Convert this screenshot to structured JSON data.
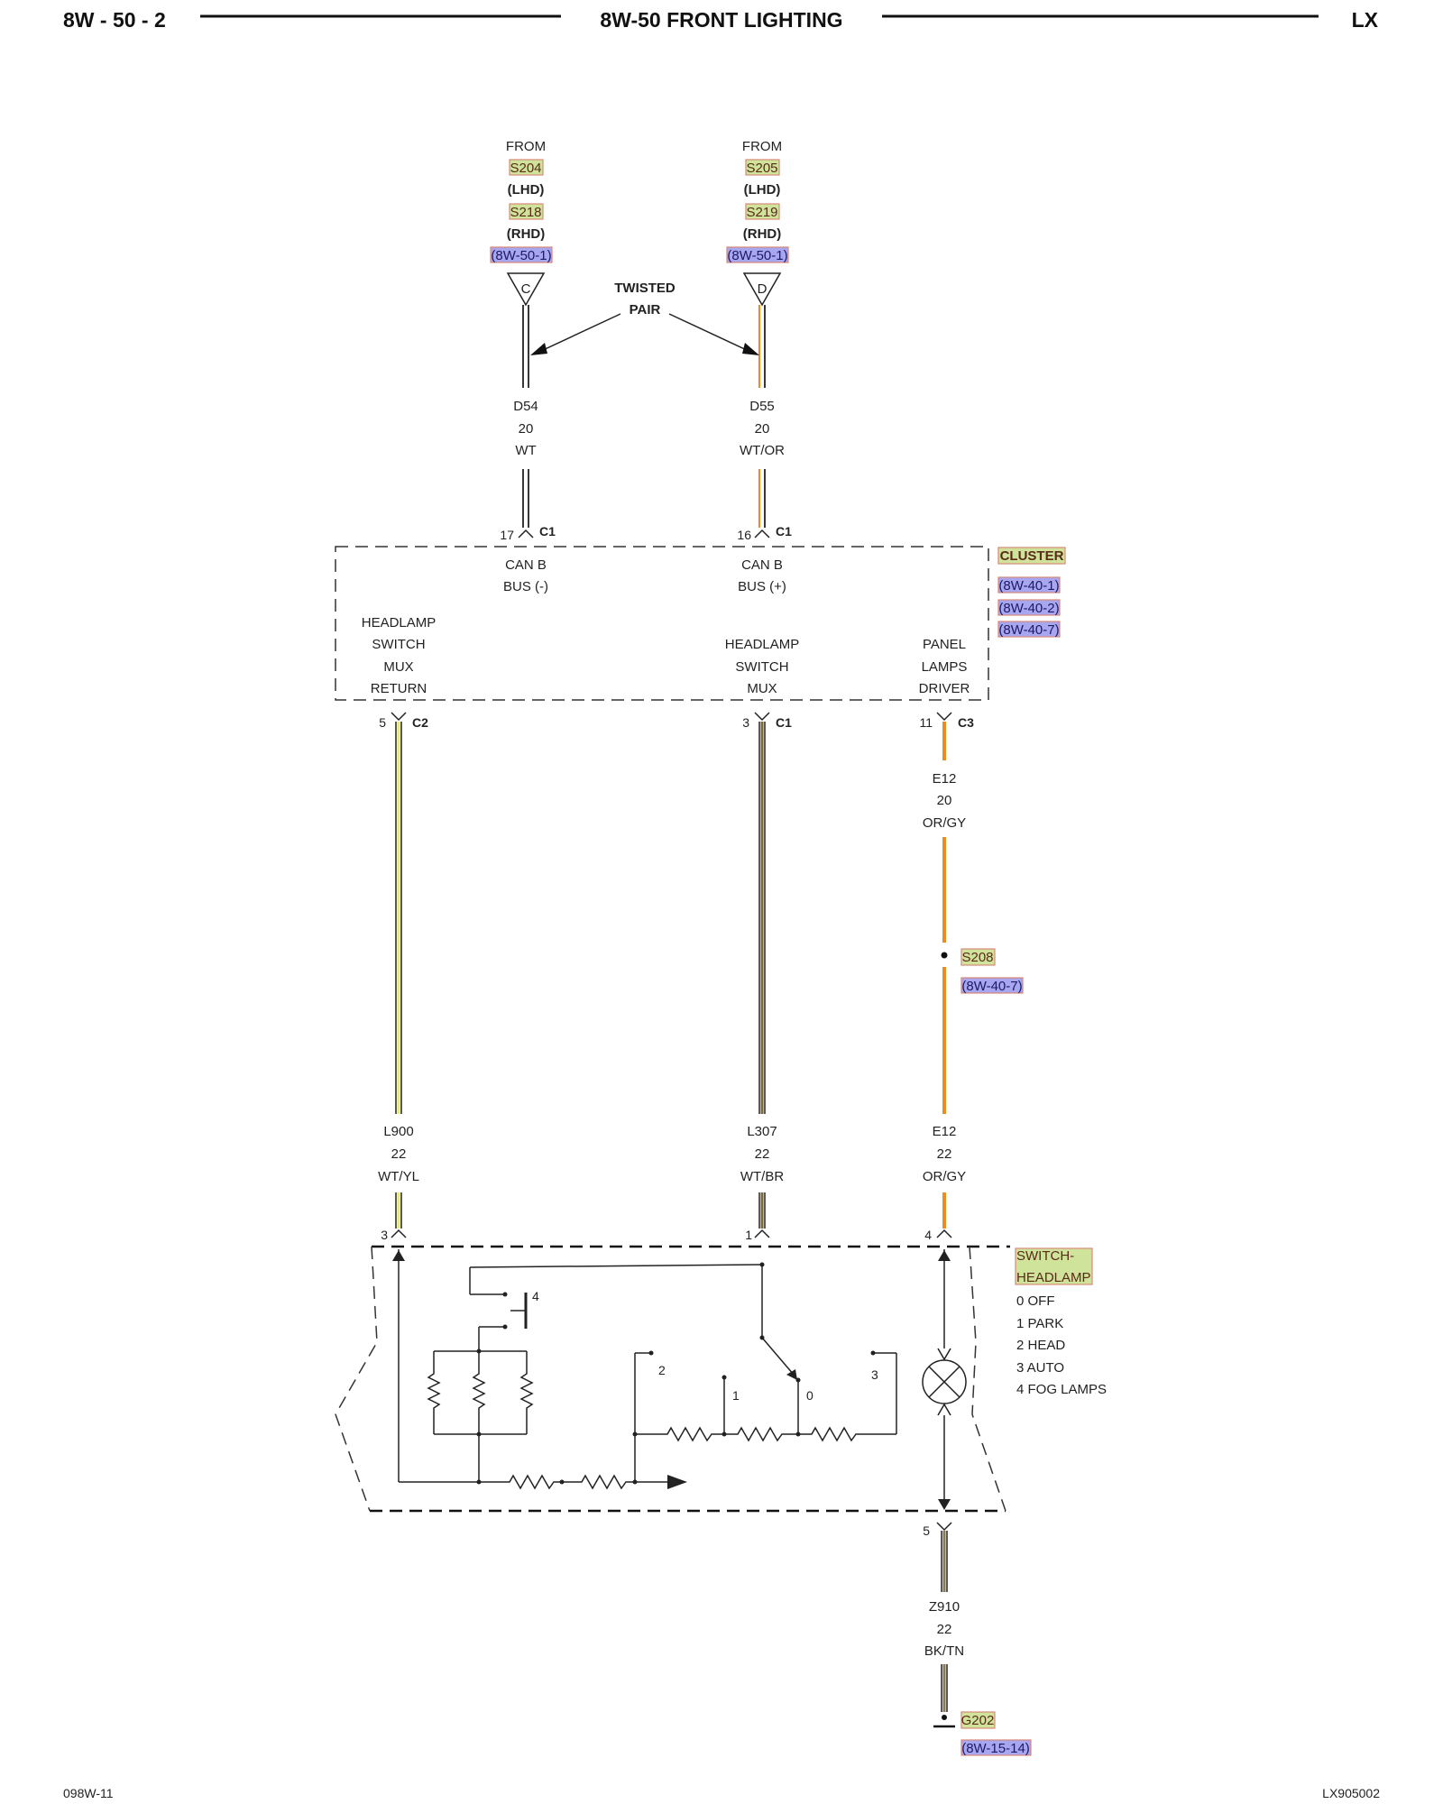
{
  "header": {
    "page": "8W - 50 - 2",
    "title": "8W-50 FRONT LIGHTING",
    "model": "LX"
  },
  "footer": {
    "left": "098W-11",
    "right": "LX905002"
  },
  "sources": {
    "left": {
      "from": "FROM",
      "s1": "S204",
      "s1_note": "(LHD)",
      "s2": "S218",
      "s2_note": "(RHD)",
      "ref": "(8W-50-1)",
      "connector_letter": "C"
    },
    "right": {
      "from": "FROM",
      "s1": "S205",
      "s1_note": "(LHD)",
      "s2": "S219",
      "s2_note": "(RHD)",
      "ref": "(8W-50-1)",
      "connector_letter": "D"
    }
  },
  "twisted_pair": {
    "line1": "TWISTED",
    "line2": "PAIR"
  },
  "wires": {
    "d54": {
      "code": "D54",
      "gauge": "20",
      "color": "WT"
    },
    "d55": {
      "code": "D55",
      "gauge": "20",
      "color": "WT/OR"
    },
    "e12_top": {
      "code": "E12",
      "gauge": "20",
      "color": "OR/GY"
    },
    "l900": {
      "code": "L900",
      "gauge": "22",
      "color": "WT/YL"
    },
    "l307": {
      "code": "L307",
      "gauge": "22",
      "color": "WT/BR"
    },
    "e12_bottom": {
      "code": "E12",
      "gauge": "22",
      "color": "OR/GY"
    },
    "z910": {
      "code": "Z910",
      "gauge": "22",
      "color": "BK/TN"
    }
  },
  "cluster": {
    "name": "CLUSTER",
    "refs": [
      "(8W-40-1)",
      "(8W-40-2)",
      "(8W-40-7)"
    ],
    "pin_17": "17",
    "pin_17_conn": "C1",
    "pin_16": "16",
    "pin_16_conn": "C1",
    "can_minus": [
      "CAN B",
      "BUS (-)"
    ],
    "can_plus": [
      "CAN B",
      "BUS (+)"
    ],
    "mux_return": [
      "HEADLAMP",
      "SWITCH",
      "MUX",
      "RETURN"
    ],
    "mux": [
      "HEADLAMP",
      "SWITCH",
      "MUX"
    ],
    "panel_driver": [
      "PANEL",
      "LAMPS",
      "DRIVER"
    ],
    "pin_5": "5",
    "pin_5_conn": "C2",
    "pin_3": "3",
    "pin_3_conn": "C1",
    "pin_11": "11",
    "pin_11_conn": "C3"
  },
  "splice": {
    "name": "S208",
    "ref": "(8W-40-7)"
  },
  "switch": {
    "name_line1": "SWITCH-",
    "name_line2": "HEADLAMP",
    "positions": [
      "0 OFF",
      "1 PARK",
      "2 HEAD",
      "3 AUTO",
      "4 FOG LAMPS"
    ],
    "pin_3": "3",
    "pin_1": "1",
    "pin_4": "4",
    "pin_5": "5",
    "contact_4": "4",
    "contact_2": "2",
    "contact_1": "1",
    "contact_0": "0",
    "contact_3": "3"
  },
  "ground": {
    "name": "G202",
    "ref": "(8W-15-14)"
  },
  "colors": {
    "orange": "#f28a1c",
    "yellow": "#e8e86a",
    "brown": "#7a6a3a",
    "tan": "#8a7a55"
  }
}
